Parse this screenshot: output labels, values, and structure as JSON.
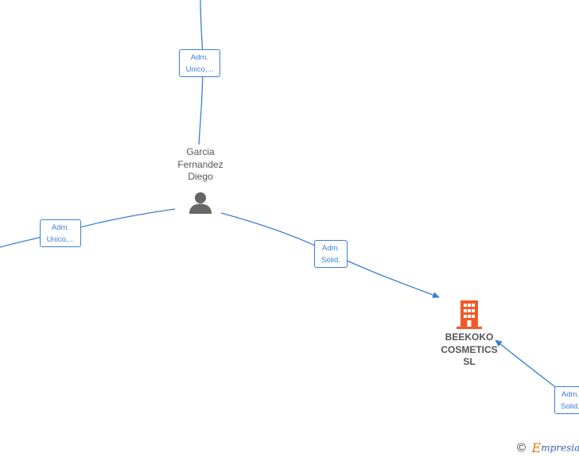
{
  "nodes": {
    "person": {
      "name_lines": [
        "Garcia",
        "Fernandez",
        "Diego"
      ],
      "icon": "person-icon",
      "color": "#666666"
    },
    "company": {
      "name_lines": [
        "BEEKOKO",
        "COSMETICS",
        "SL"
      ],
      "icon": "building-icon",
      "color": "#f05a28"
    }
  },
  "edges": [
    {
      "label_lines": [
        "Adm.",
        "Unico,..."
      ]
    },
    {
      "label_lines": [
        "Adm.",
        "Unico,..."
      ]
    },
    {
      "label_lines": [
        "Adm.",
        "Solid."
      ]
    },
    {
      "label_lines": [
        "Adm.",
        "Solid."
      ]
    }
  ],
  "footer": {
    "copyright_symbol": "©",
    "brand_initial": "E",
    "brand_rest": "mpresia"
  },
  "colors": {
    "edge": "#3a7fd5",
    "label_text": "#3a7fd5",
    "node_text": "#555555"
  }
}
